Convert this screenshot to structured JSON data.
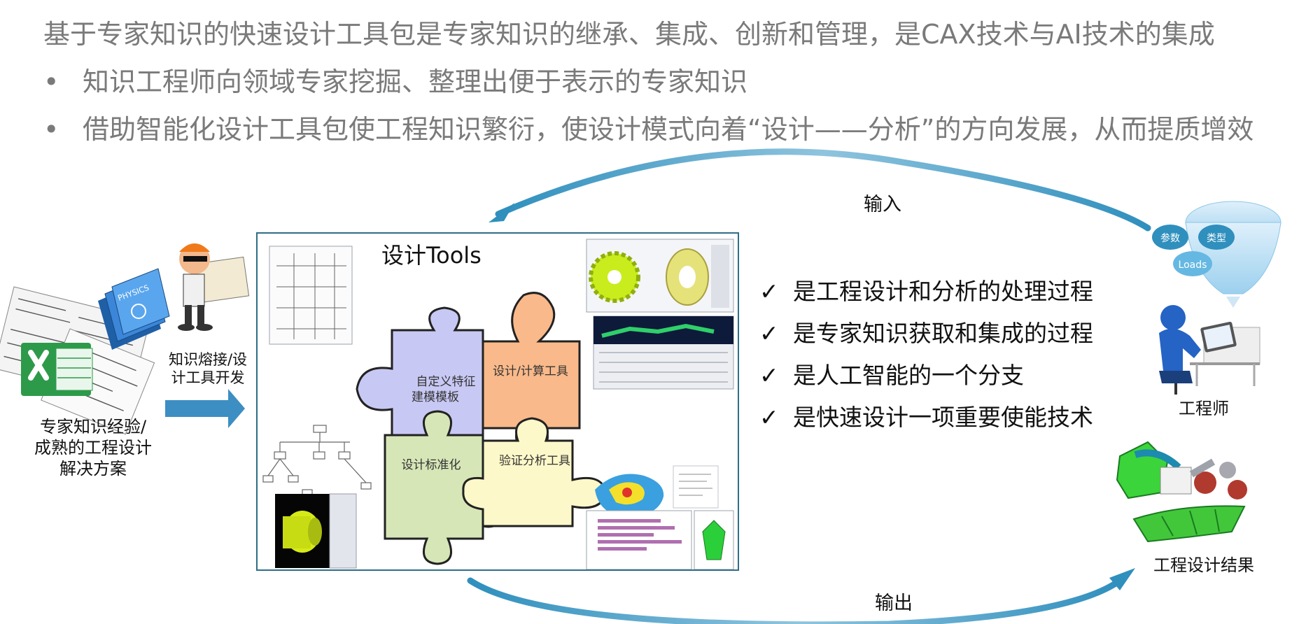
{
  "header": "基于专家知识的快速设计工具包是专家知识的继承、集成、创新和管理，是CAX技术与AI技术的集成",
  "bullets": [
    "知识工程师向领域专家挖掘、整理出便于表示的专家知识",
    "借助智能化设计工具包使工程知识繁衍，使设计模式向着“设计——分析”的方向发展，从而提质增效"
  ],
  "bullet_symbol": "•",
  "tools_title": "设计Tools",
  "puzzle": {
    "p1": "自定义特征",
    "p1b": "建模模板",
    "p2": "设计/计算工具",
    "p3": "设计标准化",
    "p4": "验证分析工具"
  },
  "left": {
    "physics": "PHYSICS",
    "arrow_label_1": "知识熔接/设",
    "arrow_label_2": "计工具开发",
    "source_1": "专家知识经验/",
    "source_2": "成熟的工程设计",
    "source_3": "解决方案"
  },
  "checks": [
    "是工程设计和分析的处理过程",
    "是专家知识获取和集成的过程",
    "是人工智能的一个分支",
    "是快速设计一项重要使能技术"
  ],
  "check_symbol": "✓",
  "input_label": "输入",
  "output_label": "输出",
  "funnel": {
    "a": "参数",
    "b": "类型",
    "c": "Loads"
  },
  "engineer_label": "工程师",
  "result_label": "工程设计结果",
  "colors": {
    "arrow": "#2f8fbd",
    "frame": "#2e6e86",
    "puzzle_purple": "#c8c8f4",
    "puzzle_orange": "#f9b98a",
    "puzzle_green": "#d6e6b7",
    "puzzle_yellow": "#fdf8c9"
  }
}
